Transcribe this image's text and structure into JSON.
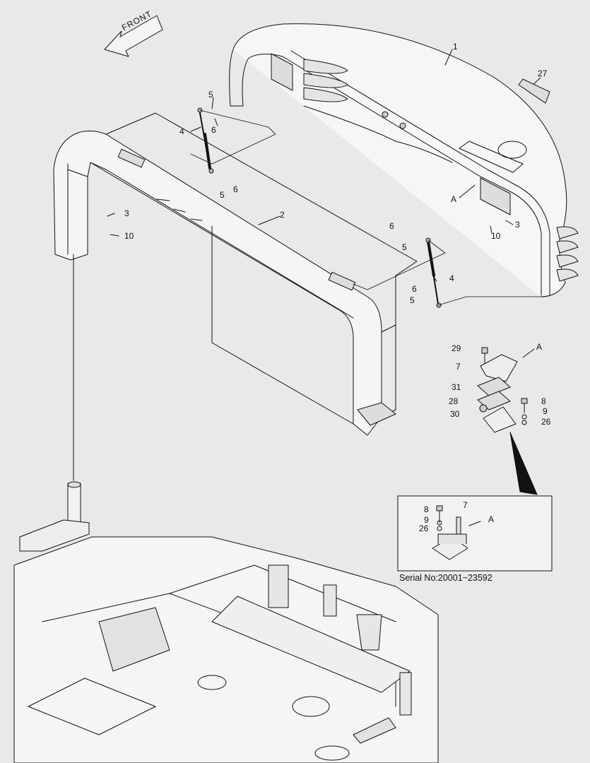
{
  "front_arrow_label": "FRONT",
  "callouts": {
    "c1": "1",
    "c2": "2",
    "c3a": "3",
    "c3b": "3",
    "c4a": "4",
    "c4b": "4",
    "c5a": "5",
    "c5b": "5",
    "c5c": "5",
    "c5d": "5",
    "c6a": "6",
    "c6b": "6",
    "c6c": "6",
    "c6d": "6",
    "c10a": "10",
    "c10b": "10",
    "c27": "27",
    "cA1": "A",
    "detail_29": "29",
    "detail_7": "7",
    "detail_31": "31",
    "detail_28": "28",
    "detail_30": "30",
    "detail_8": "8",
    "detail_9": "9",
    "detail_26": "26",
    "detail_A": "A"
  },
  "inset": {
    "c8": "8",
    "c9": "9",
    "c26": "26",
    "c7": "7",
    "cA": "A",
    "caption": "Serial No:20001~23592"
  }
}
